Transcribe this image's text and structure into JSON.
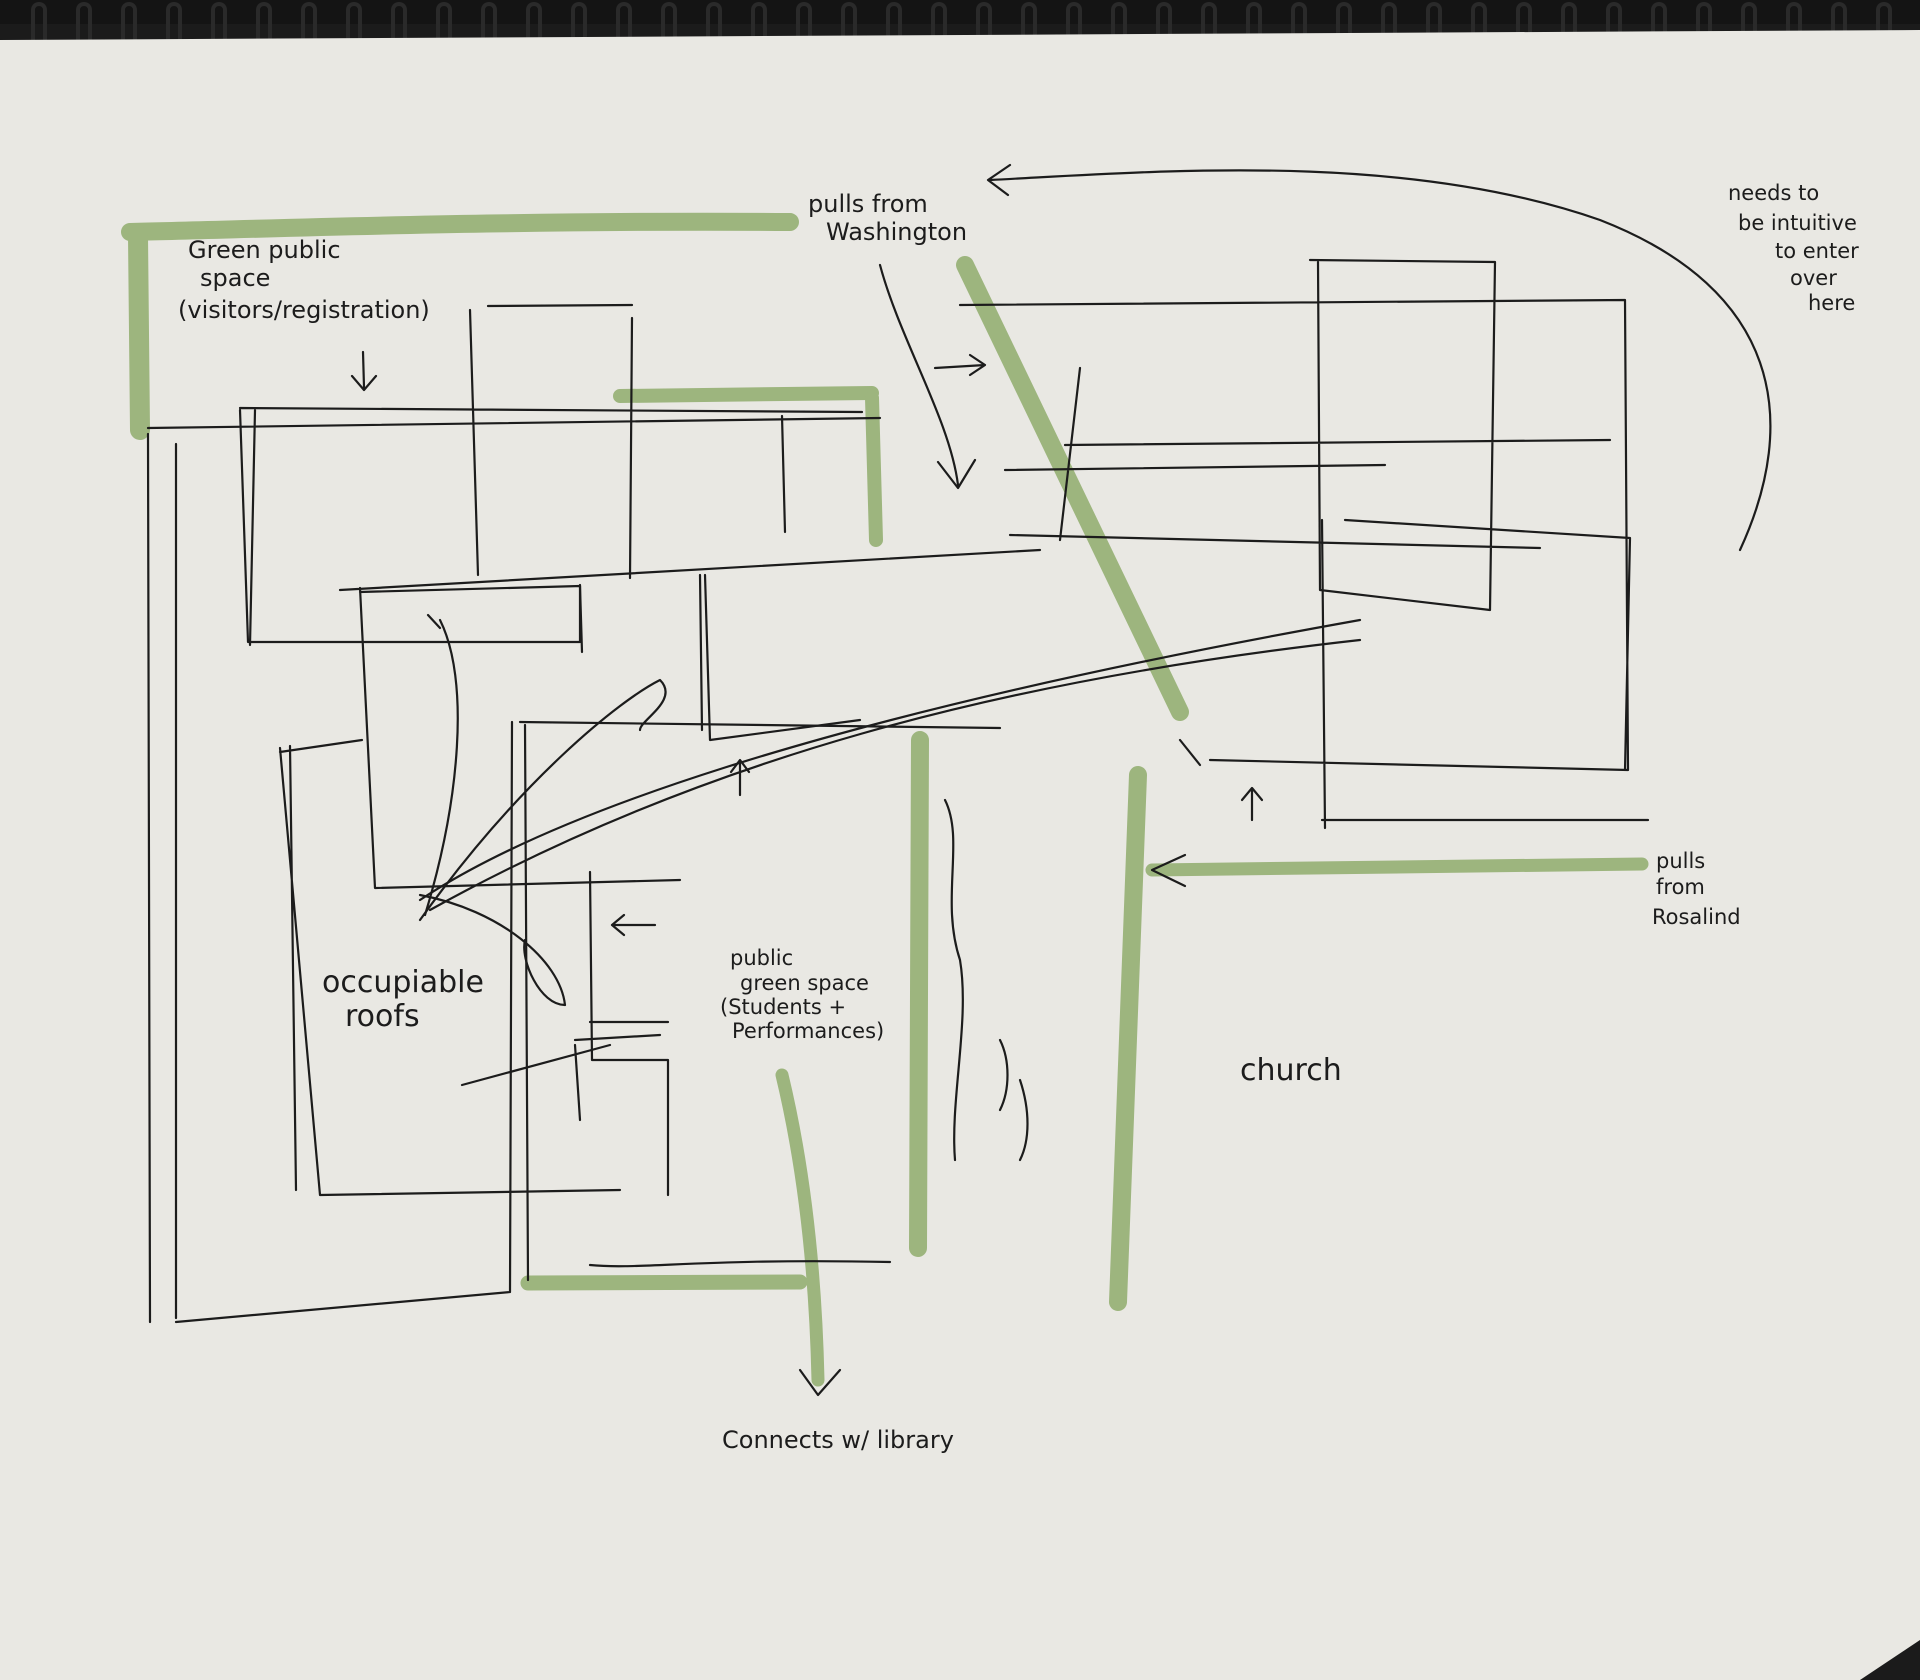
{
  "colors": {
    "paper": "#e9e8e3",
    "ink": "#1c1c1c",
    "marker_green": "#9db57e",
    "spiral": "#2a2a2a"
  },
  "annotations": {
    "green_public_space": [
      "Green public",
      "space",
      "(visitors/registration)"
    ],
    "pulls_from_washington": [
      "pulls from",
      "Washington"
    ],
    "needs_to_be_intuitive": [
      "needs to",
      "be intuitive",
      "to enter",
      "over",
      "here"
    ],
    "pulls_from_rosalind": [
      "pulls",
      "from",
      "Rosalind"
    ],
    "occupiable_roofs": [
      "occupiable",
      "roofs"
    ],
    "public_green_space": [
      "public",
      "green space",
      "(Students +",
      "Performances)"
    ],
    "church": "church",
    "connects_with_library": "Connects w/ library"
  }
}
